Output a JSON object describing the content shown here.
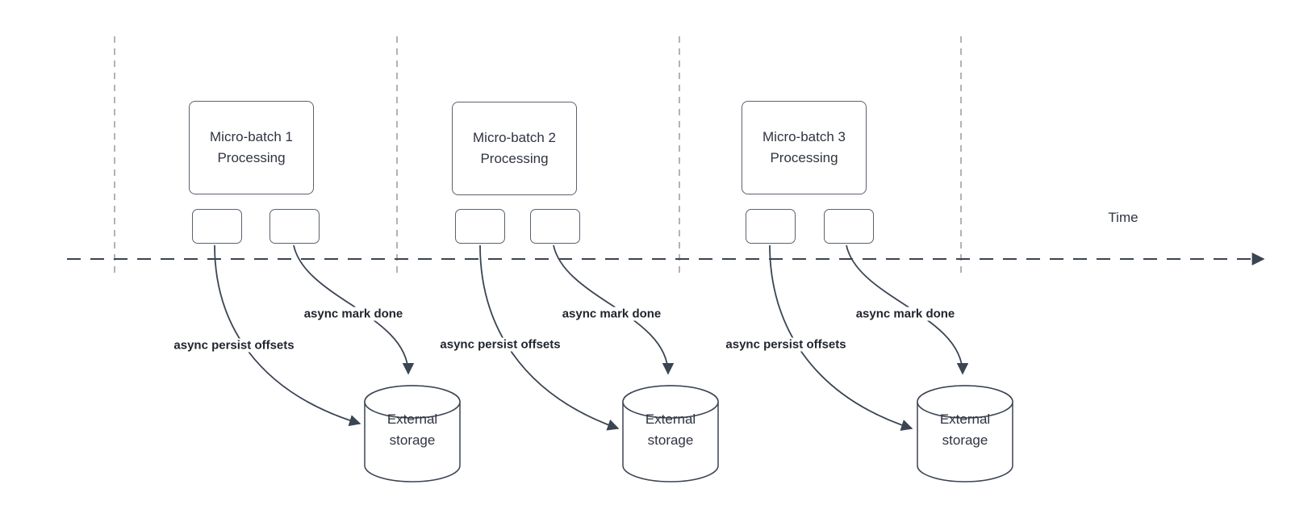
{
  "theme": {
    "background": "#ffffff",
    "line_color": "#3b4452",
    "node_border_color": "#5a626e",
    "guide_color": "#b3b3b3",
    "text_color": "#2e3440",
    "label_color": "#20252e"
  },
  "time_axis": {
    "label": "Time"
  },
  "groups": [
    {
      "box_line1": "Micro-batch 1",
      "box_line2": "Processing",
      "persist_label": "async persist offsets",
      "mark_done_label": "async mark done",
      "storage_line1": "External",
      "storage_line2": "storage"
    },
    {
      "box_line1": "Micro-batch 2",
      "box_line2": "Processing",
      "persist_label": "async persist offsets",
      "mark_done_label": "async mark done",
      "storage_line1": "External",
      "storage_line2": "storage"
    },
    {
      "box_line1": "Micro-batch 3",
      "box_line2": "Processing",
      "persist_label": "async persist offsets",
      "mark_done_label": "async mark done",
      "storage_line1": "External",
      "storage_line2": "storage"
    }
  ]
}
